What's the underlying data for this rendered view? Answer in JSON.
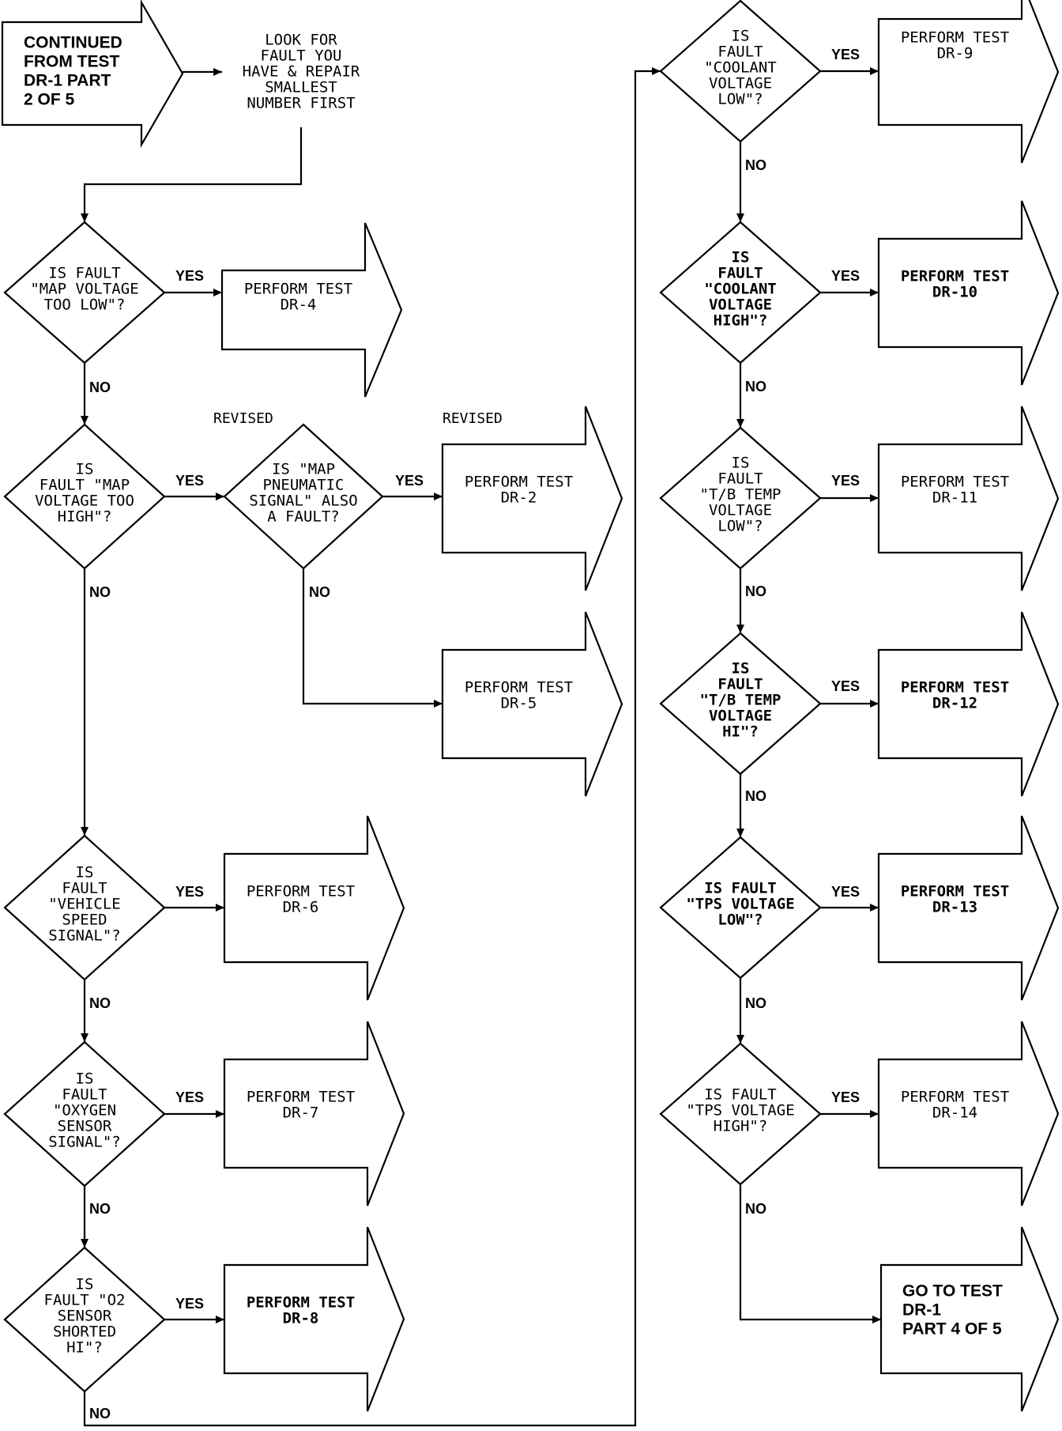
{
  "start": {
    "text": [
      "CONTINUED",
      "FROM TEST",
      "DR-1 PART",
      "2 OF 5"
    ]
  },
  "look": {
    "text": [
      "LOOK FOR",
      "FAULT YOU",
      "HAVE & REPAIR",
      "SMALLEST",
      "NUMBER FIRST"
    ]
  },
  "decisions": [
    {
      "id": "d1",
      "text": [
        "IS FAULT",
        "\"MAP VOLTAGE",
        "TOO LOW\"?"
      ]
    },
    {
      "id": "d2",
      "text": [
        "IS",
        "FAULT \"MAP",
        "VOLTAGE TOO",
        "HIGH\"?"
      ]
    },
    {
      "id": "d3",
      "text": [
        "IS \"MAP",
        "PNEUMATIC",
        "SIGNAL\" ALSO",
        "A FAULT?"
      ]
    },
    {
      "id": "d4",
      "text": [
        "IS",
        "FAULT",
        "\"VEHICLE",
        "SPEED",
        "SIGNAL\"?"
      ]
    },
    {
      "id": "d5",
      "text": [
        "IS",
        "FAULT",
        "\"OXYGEN",
        "SENSOR",
        "SIGNAL\"?"
      ]
    },
    {
      "id": "d6",
      "text": [
        "IS",
        "FAULT \"O2",
        "SENSOR",
        "SHORTED",
        "HI\"?"
      ]
    },
    {
      "id": "d7",
      "text": [
        "IS",
        "FAULT",
        "\"COOLANT",
        "VOLTAGE",
        "LOW\"?"
      ]
    },
    {
      "id": "d8",
      "text": [
        "IS",
        "FAULT",
        "\"COOLANT",
        "VOLTAGE",
        "HIGH\"?"
      ]
    },
    {
      "id": "d9",
      "text": [
        "IS",
        "FAULT",
        "\"T/B TEMP",
        "VOLTAGE",
        "LOW\"?"
      ]
    },
    {
      "id": "d10",
      "text": [
        "IS",
        "FAULT",
        "\"T/B TEMP",
        "VOLTAGE",
        "HI\"?"
      ]
    },
    {
      "id": "d11",
      "text": [
        "IS FAULT",
        "\"TPS VOLTAGE",
        "LOW\"?"
      ]
    },
    {
      "id": "d12",
      "text": [
        "IS FAULT",
        "\"TPS VOLTAGE",
        "HIGH\"?"
      ]
    }
  ],
  "actions": [
    {
      "id": "a1",
      "text": [
        "PERFORM TEST",
        "DR-4"
      ]
    },
    {
      "id": "a2",
      "text": [
        "PERFORM TEST",
        "DR-2"
      ]
    },
    {
      "id": "a3",
      "text": [
        "PERFORM TEST",
        "DR-5"
      ]
    },
    {
      "id": "a4",
      "text": [
        "PERFORM TEST",
        "DR-6"
      ]
    },
    {
      "id": "a5",
      "text": [
        "PERFORM TEST",
        "DR-7"
      ]
    },
    {
      "id": "a6",
      "text": [
        "PERFORM TEST",
        "DR-8"
      ]
    },
    {
      "id": "a7",
      "text": [
        "PERFORM TEST",
        "DR-9"
      ]
    },
    {
      "id": "a8",
      "text": [
        "PERFORM TEST",
        "DR-10"
      ]
    },
    {
      "id": "a9",
      "text": [
        "PERFORM TEST",
        "DR-11"
      ]
    },
    {
      "id": "a10",
      "text": [
        "PERFORM TEST",
        "DR-12"
      ]
    },
    {
      "id": "a11",
      "text": [
        "PERFORM TEST",
        "DR-13"
      ]
    },
    {
      "id": "a12",
      "text": [
        "PERFORM TEST",
        "DR-14"
      ]
    },
    {
      "id": "end",
      "text": [
        "GO TO TEST",
        "DR-1",
        "PART 4 OF 5"
      ]
    }
  ],
  "labels": {
    "yes": "YES",
    "no": "NO",
    "revised": "REVISED"
  }
}
